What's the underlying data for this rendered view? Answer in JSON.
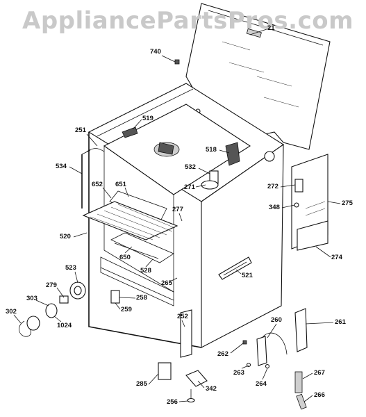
{
  "watermark": "AppliancePartsPros.com",
  "callouts": {
    "p21": "21",
    "p740": "740",
    "p519": "519",
    "p251": "251",
    "p534": "534",
    "p518": "518",
    "p532": "532",
    "p271": "271",
    "p272": "272",
    "p275": "275",
    "p348": "348",
    "p652": "652",
    "p651": "651",
    "p277": "277",
    "p520": "520",
    "p274": "274",
    "p650": "650",
    "p528": "528",
    "p521": "521",
    "p523": "523",
    "p279": "279",
    "p265": "265",
    "p303": "303",
    "p258": "258",
    "p259": "259",
    "p302": "302",
    "p1024": "1024",
    "p252": "252",
    "p260": "260",
    "p261": "261",
    "p262": "262",
    "p263": "263",
    "p264": "264",
    "p267": "267",
    "p285": "285",
    "p342": "342",
    "p256": "256",
    "p266": "266"
  }
}
